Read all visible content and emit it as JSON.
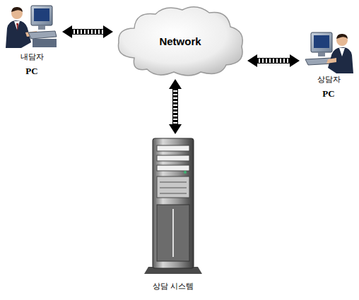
{
  "diagram": {
    "nodes": [
      {
        "text": [
          "내담자",
          "PC"
        ]
      },
      {
        "text": [
          "Network"
        ]
      },
      {
        "text": [
          "상담자",
          "PC"
        ]
      },
      {
        "text": [
          "상담 시스템"
        ]
      }
    ],
    "edges": [
      {
        "from": 0,
        "to": 1,
        "arrow": "both"
      },
      {
        "from": 1,
        "to": 2,
        "arrow": "both"
      },
      {
        "from": 1,
        "to": 3,
        "arrow": "both"
      }
    ]
  }
}
